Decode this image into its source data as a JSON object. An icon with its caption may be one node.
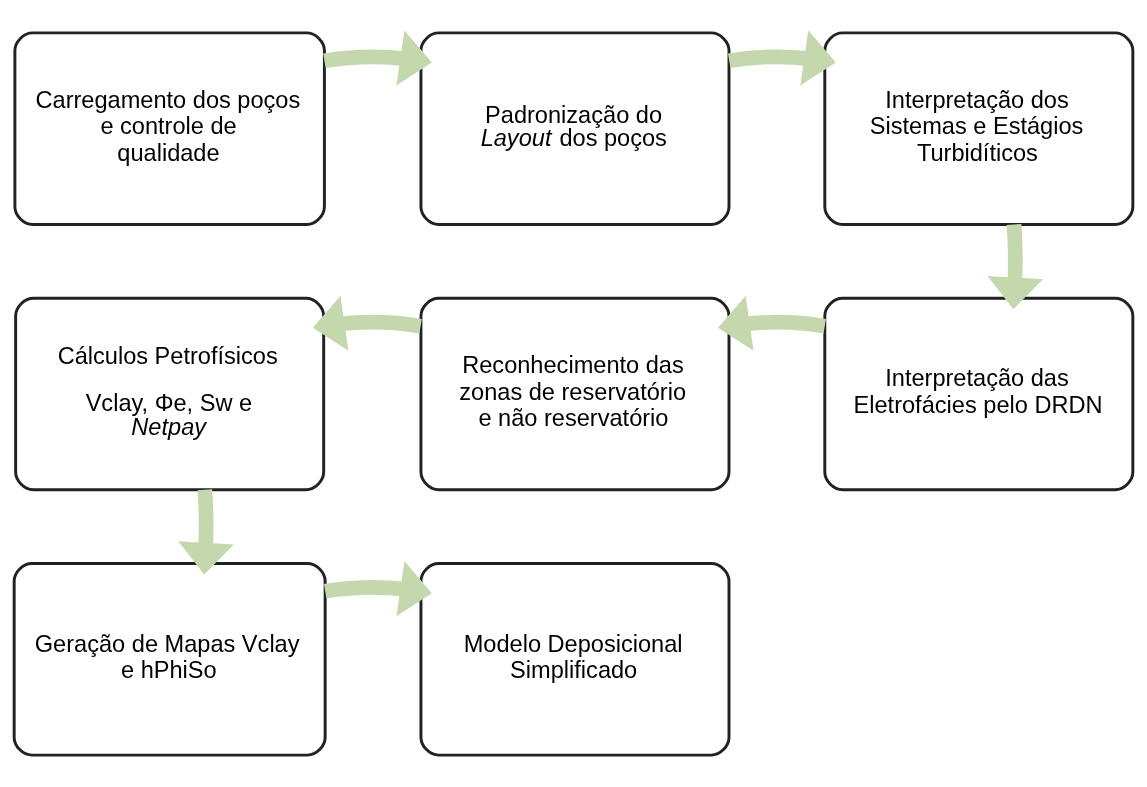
{
  "diagram": {
    "nodes": [
      {
        "text": [
          "Carregamento dos poços e controle de qualidade"
        ]
      },
      {
        "text": [
          "Padronização do *Layout* dos poços"
        ]
      },
      {
        "text": [
          "Interpretação dos Sistemas e Estágios Turbidíticos"
        ]
      },
      {
        "text": [
          "Interpretação das Eletrofácies pelo DRDN"
        ]
      },
      {
        "text": [
          "Reconhecimento das zonas de reservatório e não reservatório"
        ]
      },
      {
        "text": [
          "Cálculos Petrofísicos",
          "Vclay, Φe, Sw e *Netpay*"
        ]
      },
      {
        "text": [
          "Geração de Mapas Vclay e hPhiSo"
        ]
      },
      {
        "text": [
          "Modelo Deposicional Simplificado"
        ]
      }
    ],
    "edges": [
      {
        "from": 0,
        "to": 1,
        "arrow": "to"
      },
      {
        "from": 1,
        "to": 2,
        "arrow": "to"
      },
      {
        "from": 2,
        "to": 3,
        "arrow": "to"
      },
      {
        "from": 3,
        "to": 4,
        "arrow": "to"
      },
      {
        "from": 4,
        "to": 5,
        "arrow": "to"
      },
      {
        "from": 5,
        "to": 6,
        "arrow": "to"
      },
      {
        "from": 6,
        "to": 7,
        "arrow": "to"
      }
    ]
  }
}
